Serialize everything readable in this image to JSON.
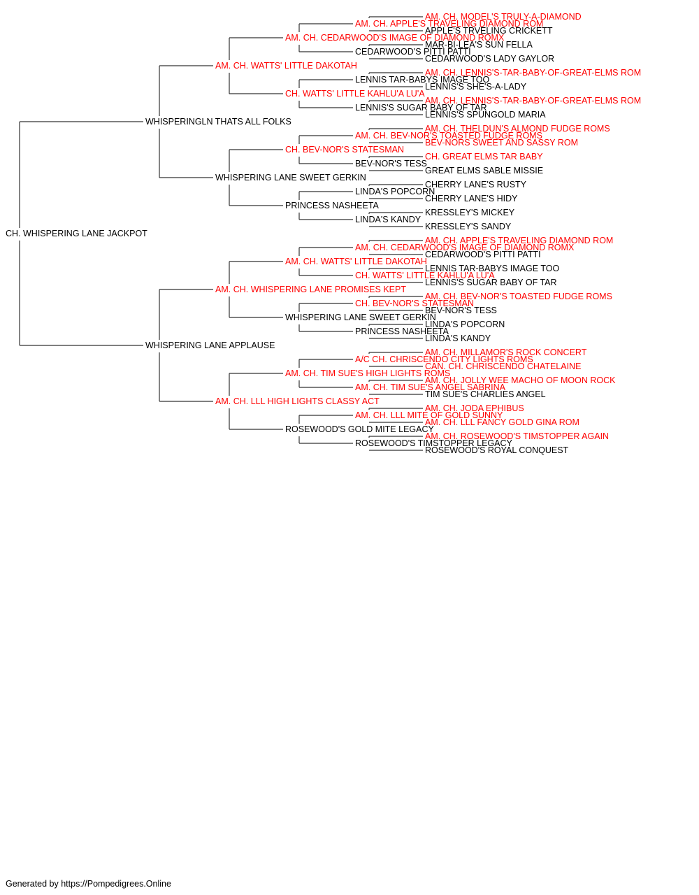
{
  "pedigree": {
    "subject": {
      "name": "CH. WHISPERING LANE JACKPOT",
      "champion": false
    },
    "generation_1": [
      {
        "name": "WHISPERINGLN THATS ALL FOLKS",
        "champion": false
      },
      {
        "name": "WHISPERING LANE APPLAUSE",
        "champion": false
      }
    ],
    "generation_2": [
      {
        "name": "AM. CH. WATTS' LITTLE DAKOTAH",
        "champion": true
      },
      {
        "name": "WHISPERING LANE SWEET GERKIN",
        "champion": false
      },
      {
        "name": "AM. CH. WHISPERING LANE PROMISES KEPT",
        "champion": true
      },
      {
        "name": "AM. CH. LLL HIGH LIGHTS CLASSY ACT",
        "champion": true
      }
    ],
    "generation_3": [
      {
        "name": "AM. CH. CEDARWOOD'S IMAGE OF DIAMOND ROMX",
        "champion": true
      },
      {
        "name": "CH. WATTS' LITTLE KAHLU'A LU'A",
        "champion": true
      },
      {
        "name": "CH. BEV-NOR'S STATESMAN",
        "champion": true
      },
      {
        "name": "PRINCESS NASHEETA",
        "champion": false
      },
      {
        "name": "AM. CH. WATTS' LITTLE DAKOTAH",
        "champion": true
      },
      {
        "name": "WHISPERING LANE SWEET GERKIN",
        "champion": false
      },
      {
        "name": "AM. CH. TIM SUE'S HIGH LIGHTS ROMS",
        "champion": true
      },
      {
        "name": "ROSEWOOD'S GOLD MITE LEGACY",
        "champion": false
      }
    ],
    "generation_4": [
      {
        "name": "AM. CH. APPLE'S TRAVELING DIAMOND ROM",
        "champion": true
      },
      {
        "name": "CEDARWOOD'S PITTI PATTI",
        "champion": false
      },
      {
        "name": "LENNIS TAR-BABYS IMAGE TOO",
        "champion": false
      },
      {
        "name": "LENNIS'S SUGAR BABY OF TAR",
        "champion": false
      },
      {
        "name": "AM. CH. BEV-NOR'S TOASTED FUDGE ROMS",
        "champion": true
      },
      {
        "name": "BEV-NOR'S TESS",
        "champion": false
      },
      {
        "name": "LINDA'S POPCORN",
        "champion": false
      },
      {
        "name": "LINDA'S KANDY",
        "champion": false
      },
      {
        "name": "AM. CH. CEDARWOOD'S IMAGE OF DIAMOND ROMX",
        "champion": true
      },
      {
        "name": "CH. WATTS' LITTLE KAHLU'A LU'A",
        "champion": true
      },
      {
        "name": "CH. BEV-NOR'S STATESMAN",
        "champion": true
      },
      {
        "name": "PRINCESS NASHEETA",
        "champion": false
      },
      {
        "name": "A/C CH. CHRISCENDO CITY LIGHTS ROMS",
        "champion": true
      },
      {
        "name": "AM. CH. TIM SUE'S ANGEL SABRINA",
        "champion": true
      },
      {
        "name": "AM. CH. LLL MITE OF GOLD SUNNY",
        "champion": true
      },
      {
        "name": "ROSEWOOD'S TIMSTOPPER LEGACY",
        "champion": false
      }
    ],
    "generation_5": [
      {
        "name": "AM. CH. MODEL'S TRULY-A-DIAMOND",
        "champion": true
      },
      {
        "name": "APPLE'S TRVELING CRICKETT",
        "champion": false
      },
      {
        "name": "MAR-BI-LEA'S SUN FELLA",
        "champion": false
      },
      {
        "name": "CEDARWOOD'S LADY GAYLOR",
        "champion": false
      },
      {
        "name": "AM. CH. LENNIS'S-TAR-BABY-OF-GREAT-ELMS ROM",
        "champion": true
      },
      {
        "name": "LENNIS'S SHE'S-A-LADY",
        "champion": false
      },
      {
        "name": "AM. CH. LENNIS'S-TAR-BABY-OF-GREAT-ELMS ROM",
        "champion": true
      },
      {
        "name": "LENNIS'S SPUNGOLD MARIA",
        "champion": false
      },
      {
        "name": "AM. CH. THELDUN'S ALMOND FUDGE ROMS",
        "champion": true
      },
      {
        "name": "BEV-NORS SWEET AND SASSY ROM",
        "champion": true
      },
      {
        "name": "CH. GREAT ELMS TAR BABY",
        "champion": true
      },
      {
        "name": "GREAT ELMS SABLE MISSIE",
        "champion": false
      },
      {
        "name": "CHERRY LANE'S RUSTY",
        "champion": false
      },
      {
        "name": "CHERRY LANE'S HIDY",
        "champion": false
      },
      {
        "name": "KRESSLEY'S MICKEY",
        "champion": false
      },
      {
        "name": "KRESSLEY'S SANDY",
        "champion": false
      },
      {
        "name": "AM. CH. APPLE'S TRAVELING DIAMOND ROM",
        "champion": true
      },
      {
        "name": "CEDARWOOD'S PITTI PATTI",
        "champion": false
      },
      {
        "name": "LENNIS TAR-BABYS IMAGE TOO",
        "champion": false
      },
      {
        "name": "LENNIS'S SUGAR BABY OF TAR",
        "champion": false
      },
      {
        "name": "AM. CH. BEV-NOR'S TOASTED FUDGE ROMS",
        "champion": true
      },
      {
        "name": "BEV-NOR'S TESS",
        "champion": false
      },
      {
        "name": "LINDA'S POPCORN",
        "champion": false
      },
      {
        "name": "LINDA'S KANDY",
        "champion": false
      },
      {
        "name": "AM. CH. MILLAMOR'S ROCK CONCERT",
        "champion": true
      },
      {
        "name": "CAN. CH. CHRISCENDO CHATELAINE",
        "champion": true
      },
      {
        "name": "AM. CH. JOLLY WEE MACHO OF MOON ROCK",
        "champion": true
      },
      {
        "name": "TIM SUE'S CHARLIES ANGEL",
        "champion": false
      },
      {
        "name": "AM. CH. JODA EPHIBUS",
        "champion": true
      },
      {
        "name": "AM. CH. LLL FANCY GOLD GINA ROM",
        "champion": true
      },
      {
        "name": "AM. CH. ROSEWOOD'S TIMSTOPPER AGAIN",
        "champion": true
      },
      {
        "name": "ROSEWOOD'S ROYAL CONQUEST",
        "champion": false
      }
    ]
  },
  "colors": {
    "champion_text": "#ff0000",
    "regular_text": "#000000",
    "connector_line": "#333333",
    "background": "#ffffff"
  },
  "footer": {
    "credit": "Generated by https://Pompedigrees.Online"
  }
}
